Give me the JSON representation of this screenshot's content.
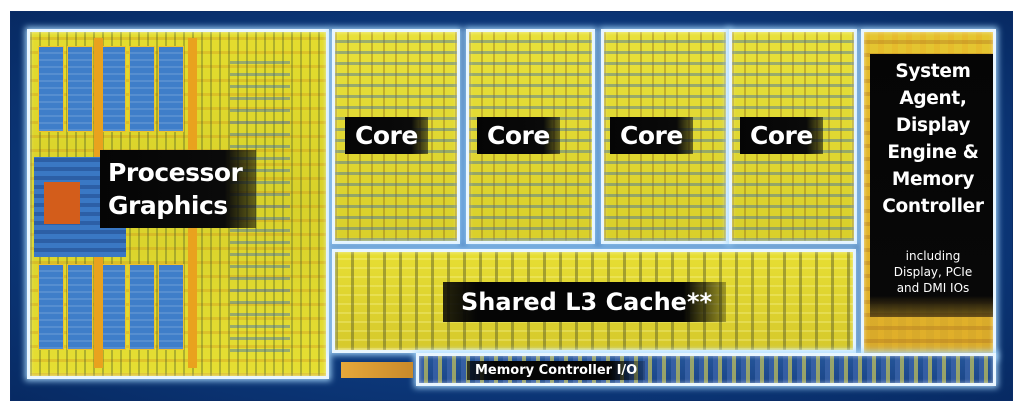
{
  "blocks": {
    "processor_graphics": {
      "label_line1": "Processor",
      "label_line2": "Graphics"
    },
    "cores": [
      {
        "label": "Core"
      },
      {
        "label": "Core"
      },
      {
        "label": "Core"
      },
      {
        "label": "Core"
      }
    ],
    "shared_cache": {
      "label": "Shared L3 Cache**"
    },
    "system_agent": {
      "title_lines": [
        "System",
        "Agent,",
        "Display",
        "Engine &",
        "Memory",
        "Controller"
      ],
      "subtitle_lines": [
        "including",
        "Display, PCIe",
        "and DMI IOs"
      ]
    },
    "memory_io": {
      "label": "Memory Controller I/O"
    }
  },
  "colors": {
    "die_background": "#0d3a7e",
    "silicon_yellow": "#e0d82f",
    "block_outline": "#e9f6ff",
    "label_background": "#050505",
    "label_text": "#ffffff"
  }
}
